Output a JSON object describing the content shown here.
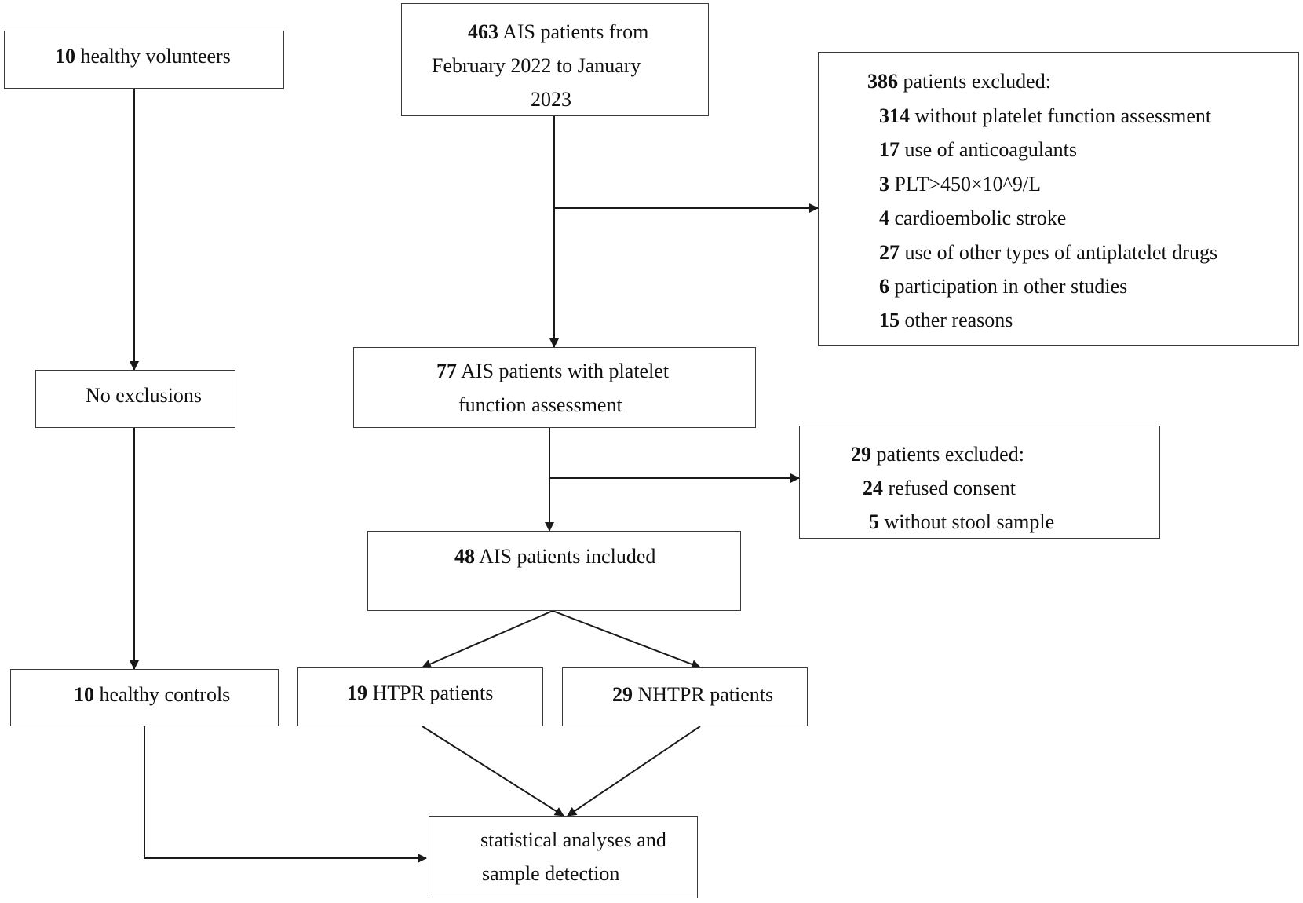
{
  "boxes": {
    "healthy_volunteers": {
      "num": "10",
      "text": " healthy volunteers"
    },
    "ais_patients": {
      "line1_num": "463",
      "line1_text": " AIS patients from",
      "line2": "February 2022 to January",
      "line3": "2023"
    },
    "excluded_386": {
      "header_num": "386",
      "header_text": " patients excluded:",
      "items": [
        {
          "num": "314",
          "text": " without platelet function assessment"
        },
        {
          "num": "17",
          "text": " use of anticoagulants"
        },
        {
          "num": "3",
          "text": " PLT>450×10^9/L"
        },
        {
          "num": "4",
          "text": " cardioembolic stroke"
        },
        {
          "num": "27",
          "text": " use of other types of antiplatelet drugs"
        },
        {
          "num": "6",
          "text": " participation in other studies"
        },
        {
          "num": "15",
          "text": " other reasons"
        }
      ]
    },
    "no_exclusions": {
      "text": "No exclusions"
    },
    "with_assessment": {
      "num": "77",
      "line1_text": "  AIS patients with platelet",
      "line2": "function assessment"
    },
    "excluded_29": {
      "header_num": "29",
      "header_text": " patients excluded:",
      "items": [
        {
          "num": "24",
          "text": " refused consent"
        },
        {
          "num": "5",
          "text": " without stool sample"
        }
      ]
    },
    "included_48": {
      "num": "48",
      "text": " AIS patients  included"
    },
    "healthy_controls": {
      "num": "10",
      "text": " healthy controls"
    },
    "htpr": {
      "num": "19",
      "text": " HTPR patients"
    },
    "nhtpr": {
      "num": "29",
      "text": " NHTPR patients"
    },
    "final": {
      "line1": "statistical analyses and",
      "line2": "sample detection"
    }
  },
  "colors": {
    "stroke": "#1a1a1a",
    "border": "#3a3a3a",
    "text": "#111111"
  }
}
